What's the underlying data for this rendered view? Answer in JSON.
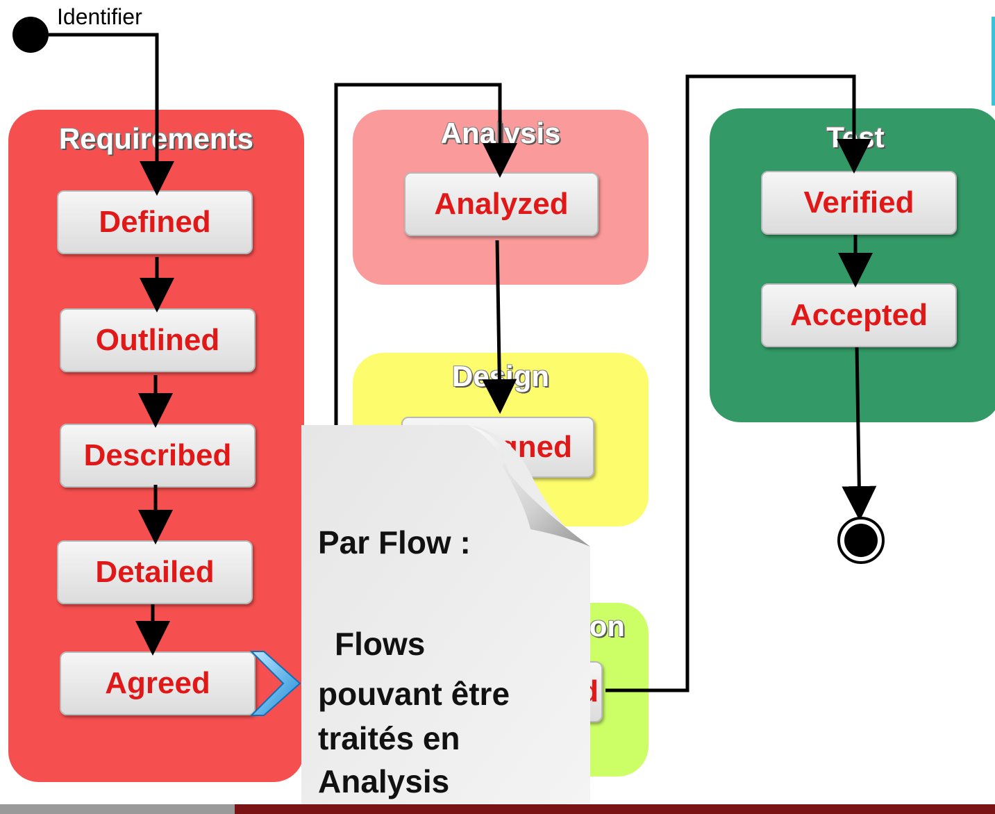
{
  "initial_label": "Identifier",
  "lanes": {
    "requirements": {
      "title": "Requirements"
    },
    "analysis": {
      "title": "Analysis"
    },
    "design": {
      "title": "Design"
    },
    "implementation": {
      "title_visible": "on"
    },
    "test": {
      "title": "Test"
    }
  },
  "states": {
    "defined": "Defined",
    "outlined": "Outlined",
    "described": "Described",
    "detailed": "Detailed",
    "agreed": "Agreed",
    "analyzed": "Analyzed",
    "designed_visible": "gned",
    "implemented_visible": "d",
    "verified": "Verified",
    "accepted": "Accepted"
  },
  "note": {
    "line1": "Par Flow :",
    "line2": "Flows",
    "line3": "pouvant être",
    "line4": "traités en",
    "line5": "Analysis"
  },
  "colors": {
    "requirements": "#f54f4f",
    "analysis": "#fb9a9a",
    "design": "#fcfc6c",
    "implementation": "#ccff66",
    "test": "#339966",
    "state_text": "#e01818"
  }
}
